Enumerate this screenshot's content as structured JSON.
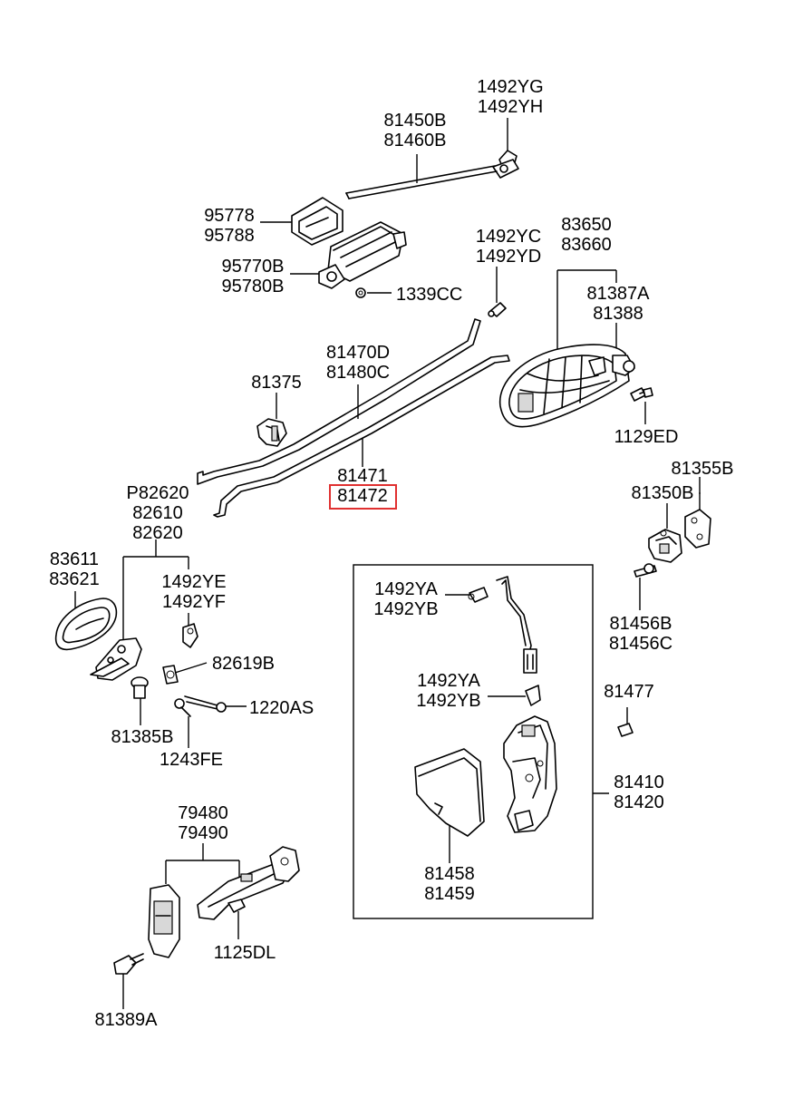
{
  "labels": {
    "l1492yg": [
      "1492YG",
      "1492YH"
    ],
    "l81450b": [
      "81450B",
      "81460B"
    ],
    "l95778": [
      "95778",
      "95788"
    ],
    "l95770b": [
      "95770B",
      "95780B"
    ],
    "l1339cc": [
      "1339CC"
    ],
    "l1492yc": [
      "1492YC",
      "1492YD"
    ],
    "l83650": [
      "83650",
      "83660"
    ],
    "l81387a": [
      "81387A",
      "81388"
    ],
    "l81470d": [
      "81470D",
      "81480C"
    ],
    "l81375": [
      "81375"
    ],
    "l1129ed": [
      "1129ED"
    ],
    "l81471": [
      "81471",
      "81472"
    ],
    "l81355b": [
      "81355B"
    ],
    "l81350b": [
      "81350B"
    ],
    "lp82620": [
      "P82620",
      "82610",
      "82620"
    ],
    "l83611": [
      "83611",
      "83621"
    ],
    "l1492ye": [
      "1492YE",
      "1492YF"
    ],
    "l1492ya_top": [
      "1492YA",
      "1492YB"
    ],
    "l81456b": [
      "81456B",
      "81456C"
    ],
    "l82619b": [
      "82619B"
    ],
    "l1492ya_mid": [
      "1492YA",
      "1492YB"
    ],
    "l81477": [
      "81477"
    ],
    "l1220as": [
      "1220AS"
    ],
    "l81385b": [
      "81385B"
    ],
    "l1243fe": [
      "1243FE"
    ],
    "l81410": [
      "81410",
      "81420"
    ],
    "l79480": [
      "79480",
      "79490"
    ],
    "l81458": [
      "81458",
      "81459"
    ],
    "l1125dl": [
      "1125DL"
    ],
    "l81389a": [
      "81389A"
    ]
  },
  "highlight": {
    "part_number": "81472",
    "color": "#e03030"
  }
}
